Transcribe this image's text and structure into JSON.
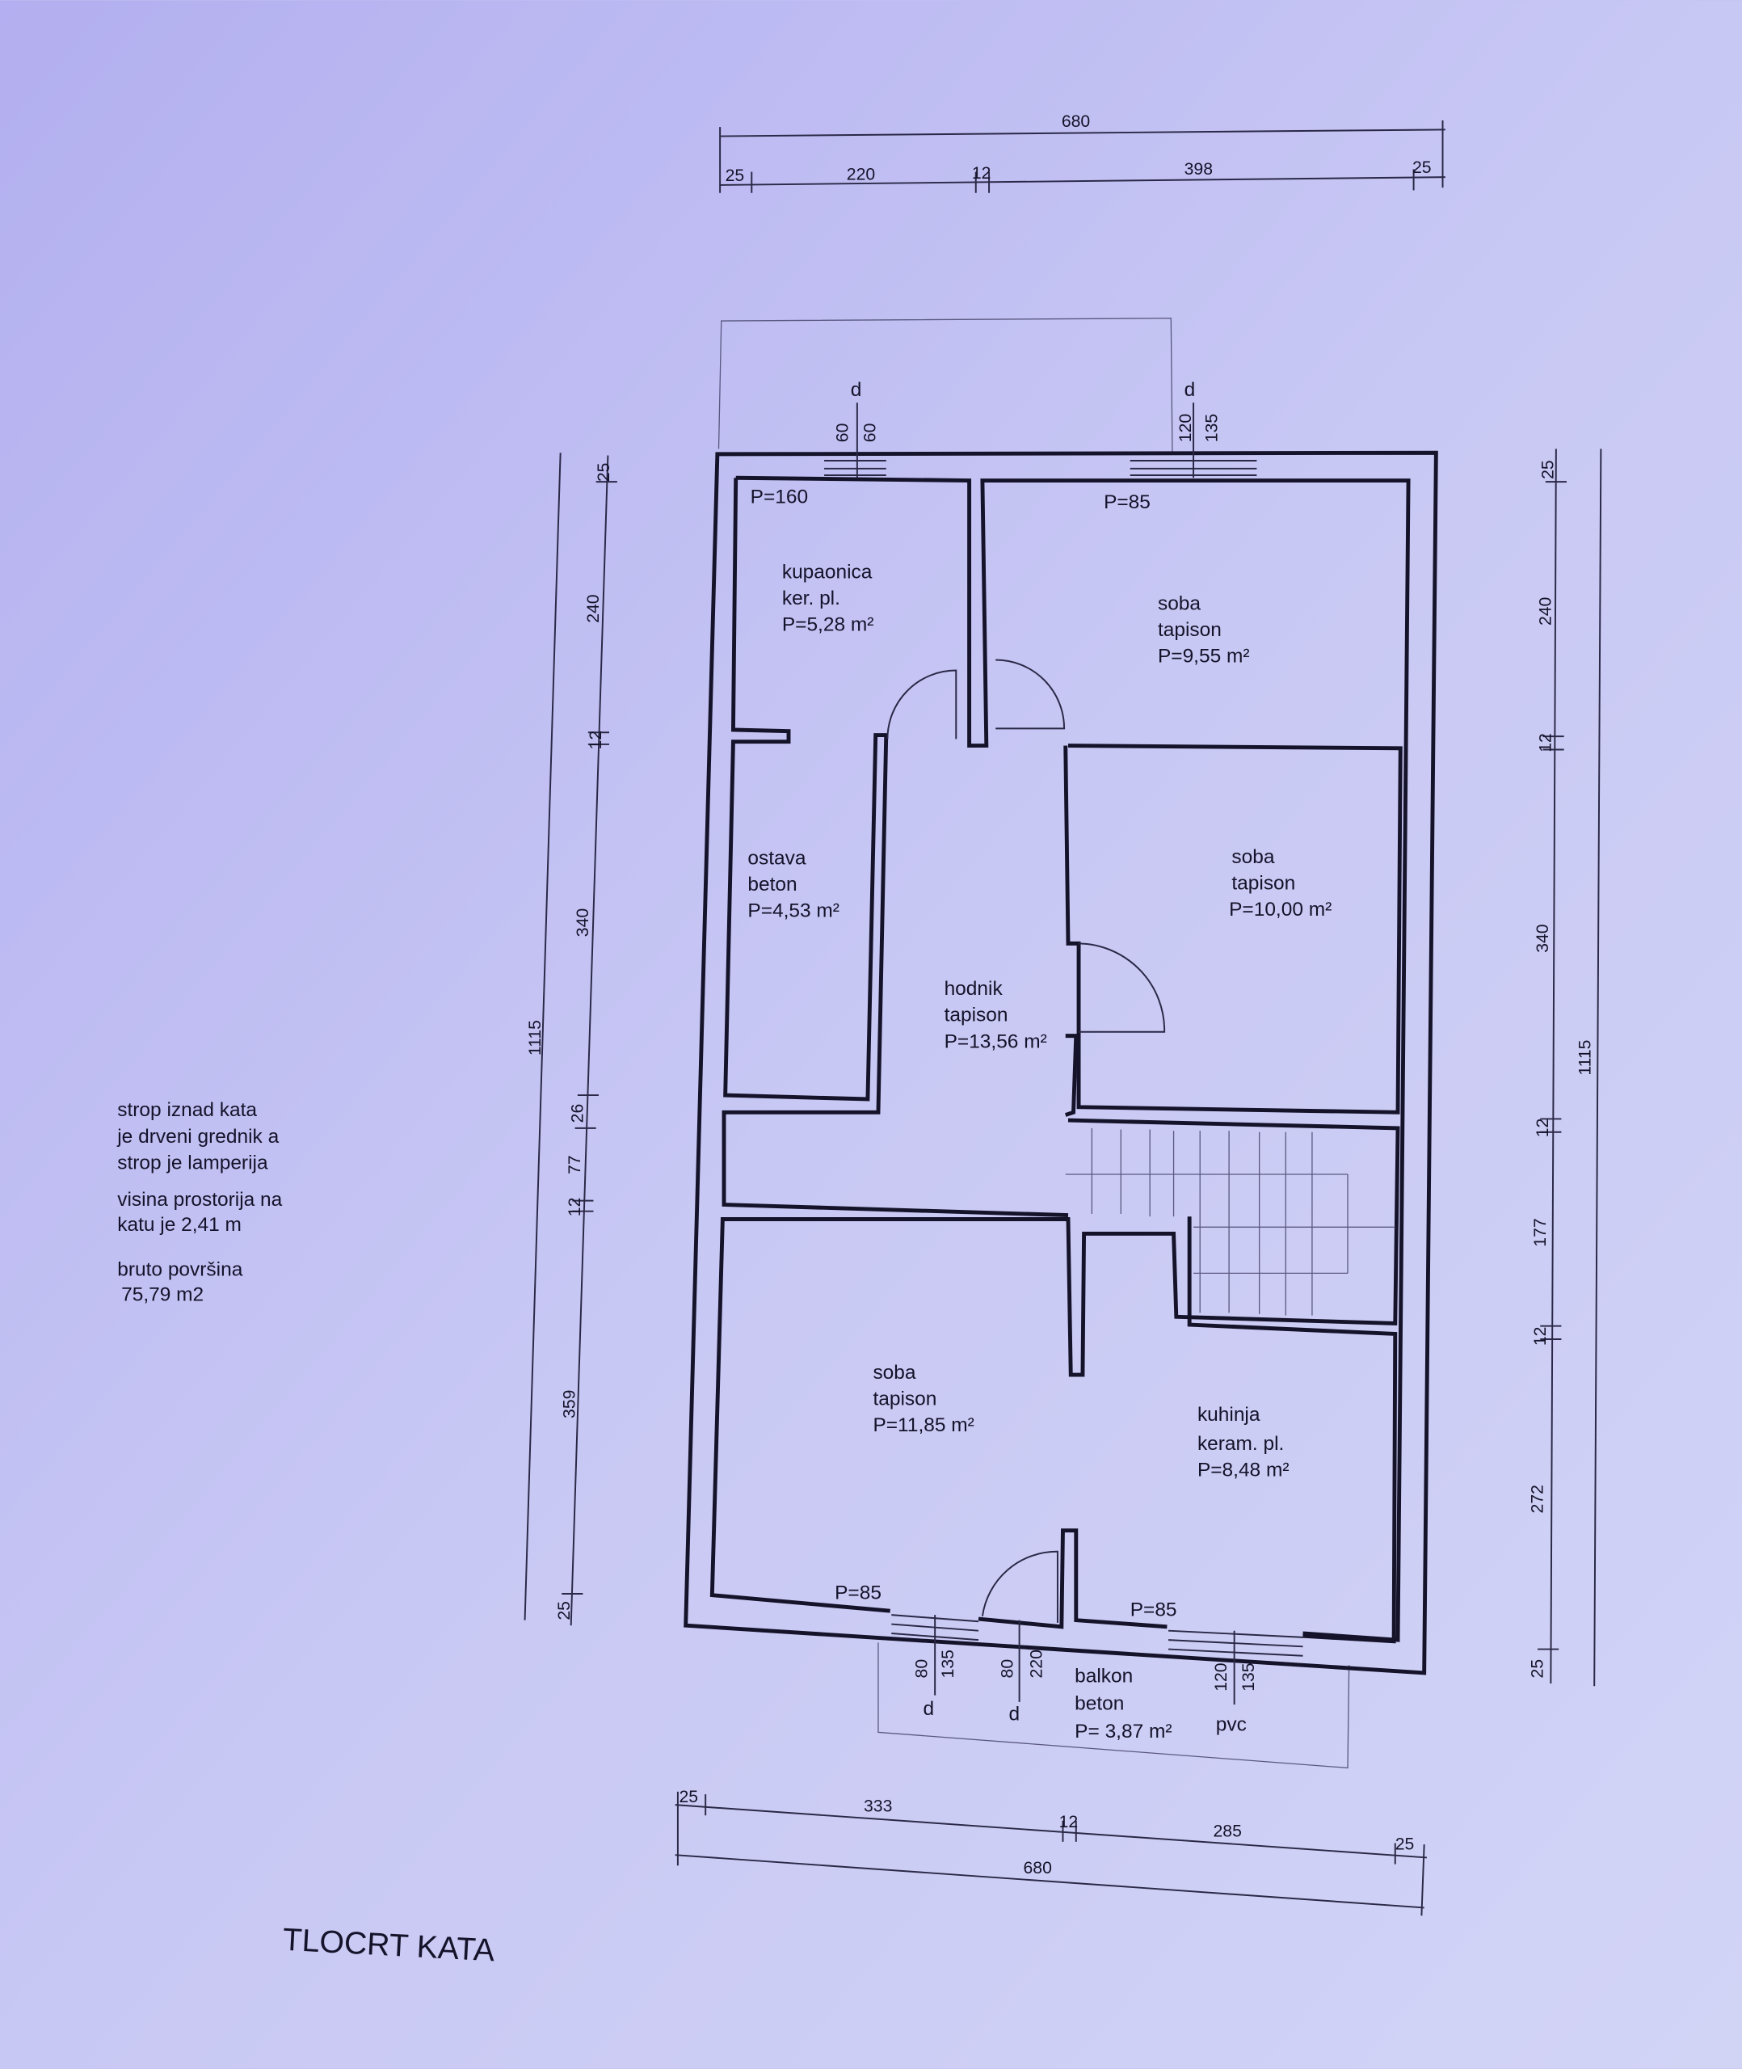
{
  "title": "TLOCRT KATA",
  "notes": [
    "strop iznad kata",
    "je drveni grednik a",
    "strop je lamperija",
    "visina prostorija na",
    "katu je 2,41 m",
    "bruto površina",
    "75,79 m2"
  ],
  "rooms": [
    {
      "name": "kupaonica",
      "floor": "ker. pl.",
      "area": "P=5,28 m²"
    },
    {
      "name": "soba",
      "floor": "tapison",
      "area": "P=9,55 m²"
    },
    {
      "name": "ostava",
      "floor": "beton",
      "area": "P=4,53 m²"
    },
    {
      "name": "soba",
      "floor": "tapison",
      "area": "P=10,00 m²"
    },
    {
      "name": "hodnik",
      "floor": "tapison",
      "area": "P=13,56 m²"
    },
    {
      "name": "soba",
      "floor": "tapison",
      "area": "P=11,85 m²"
    },
    {
      "name": "kuhinja",
      "floor": "keram. pl.",
      "area": "P=8,48 m²"
    },
    {
      "name": "balkon",
      "floor": "beton",
      "area": "P= 3,87 m²"
    }
  ],
  "parapets": [
    "P=160",
    "P=85",
    "P=85",
    "P=85"
  ],
  "openings": {
    "top_left": {
      "w": "60",
      "h": "60",
      "mark": "d"
    },
    "top_right": {
      "w": "120",
      "h": "135",
      "mark": "d"
    },
    "bottom_left": {
      "w": "80",
      "h": "135",
      "mark": "d"
    },
    "bottom_door": {
      "w": "80",
      "h": "220",
      "mark": "d"
    },
    "bottom_right": {
      "w": "120",
      "h": "135",
      "mark": "pvc"
    }
  },
  "dimensions": {
    "top_total": "680",
    "top_chain": [
      "25",
      "220",
      "12",
      "398",
      "25"
    ],
    "bottom_total": "680",
    "bottom_chain": [
      "25",
      "333",
      "12",
      "285",
      "25"
    ],
    "left_total": "1115",
    "left_chain": [
      "25",
      "240",
      "12",
      "340",
      "26",
      "77",
      "12",
      "359",
      "25"
    ],
    "right_total": "1115",
    "right_chain": [
      "25",
      "240",
      "12",
      "340",
      "12",
      "177",
      "12",
      "272",
      "25"
    ]
  }
}
